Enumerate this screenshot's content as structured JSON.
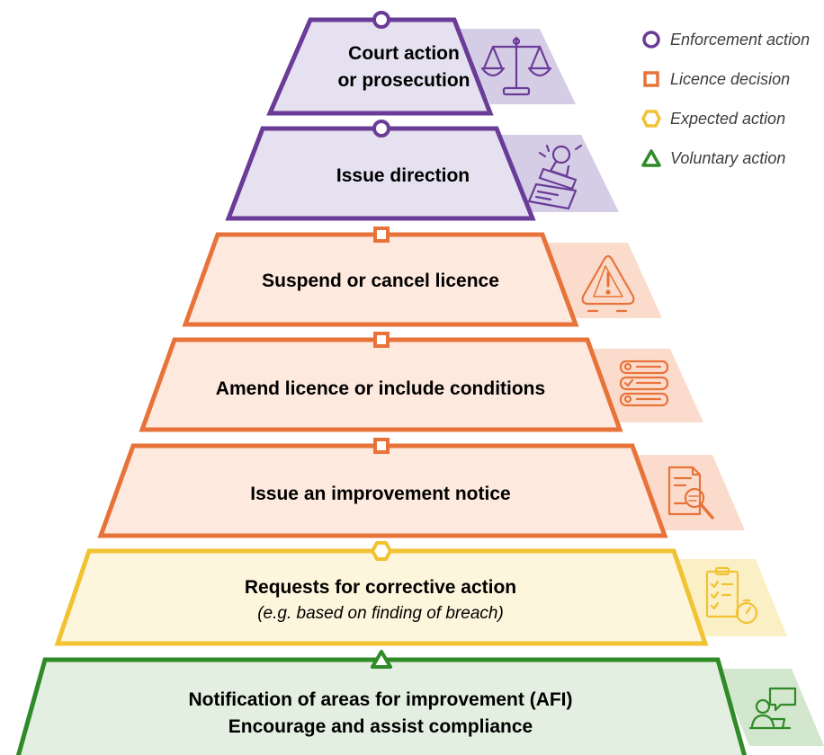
{
  "legend": [
    {
      "label": "Enforcement action",
      "shape": "circle",
      "color": "#6a3c97"
    },
    {
      "label": "Licence decision",
      "shape": "square",
      "color": "#e8733a"
    },
    {
      "label": "Expected action",
      "shape": "hexagon",
      "color": "#f1c232"
    },
    {
      "label": "Voluntary action",
      "shape": "triangle",
      "color": "#2e8b27"
    }
  ],
  "tiers": [
    {
      "id": "court",
      "lines": [
        "Court action",
        "or prosecution"
      ],
      "category": "enforcement",
      "icon": "scales-icon"
    },
    {
      "id": "direction",
      "lines": [
        "Issue direction"
      ],
      "category": "enforcement",
      "icon": "stamp-icon"
    },
    {
      "id": "suspend",
      "lines": [
        "Suspend or cancel licence"
      ],
      "category": "licence",
      "icon": "warning-icon"
    },
    {
      "id": "amend",
      "lines": [
        "Amend licence or include conditions"
      ],
      "category": "licence",
      "icon": "conditions-list-icon"
    },
    {
      "id": "notice",
      "lines": [
        "Issue an improvement notice"
      ],
      "category": "licence",
      "icon": "document-magnifier-icon"
    },
    {
      "id": "corrective",
      "lines": [
        "Requests for corrective action"
      ],
      "sublabel": "(e.g. based on finding of breach)",
      "category": "expected",
      "icon": "checklist-timer-icon"
    },
    {
      "id": "afi",
      "lines": [
        "Notification of areas for improvement (AFI)",
        "Encourage and assist compliance"
      ],
      "category": "voluntary",
      "icon": "person-chat-icon"
    }
  ],
  "colors": {
    "enforcement": {
      "stroke": "#6a3c97",
      "fill": "#e6e1f0",
      "text": "#6a3c97",
      "shadow": "#d5cde6"
    },
    "licence": {
      "stroke": "#e8733a",
      "fill": "#fde9de",
      "text": "#e8733a",
      "shadow": "#fbdccc"
    },
    "expected": {
      "stroke": "#f1c232",
      "fill": "#fdf6dc",
      "text": "#3d3d3d",
      "shadow": "#fbefc6"
    },
    "voluntary": {
      "stroke": "#2e8b27",
      "fill": "#e3efe0",
      "text": "#2e8b27",
      "shadow": "#d3e6ce"
    }
  }
}
